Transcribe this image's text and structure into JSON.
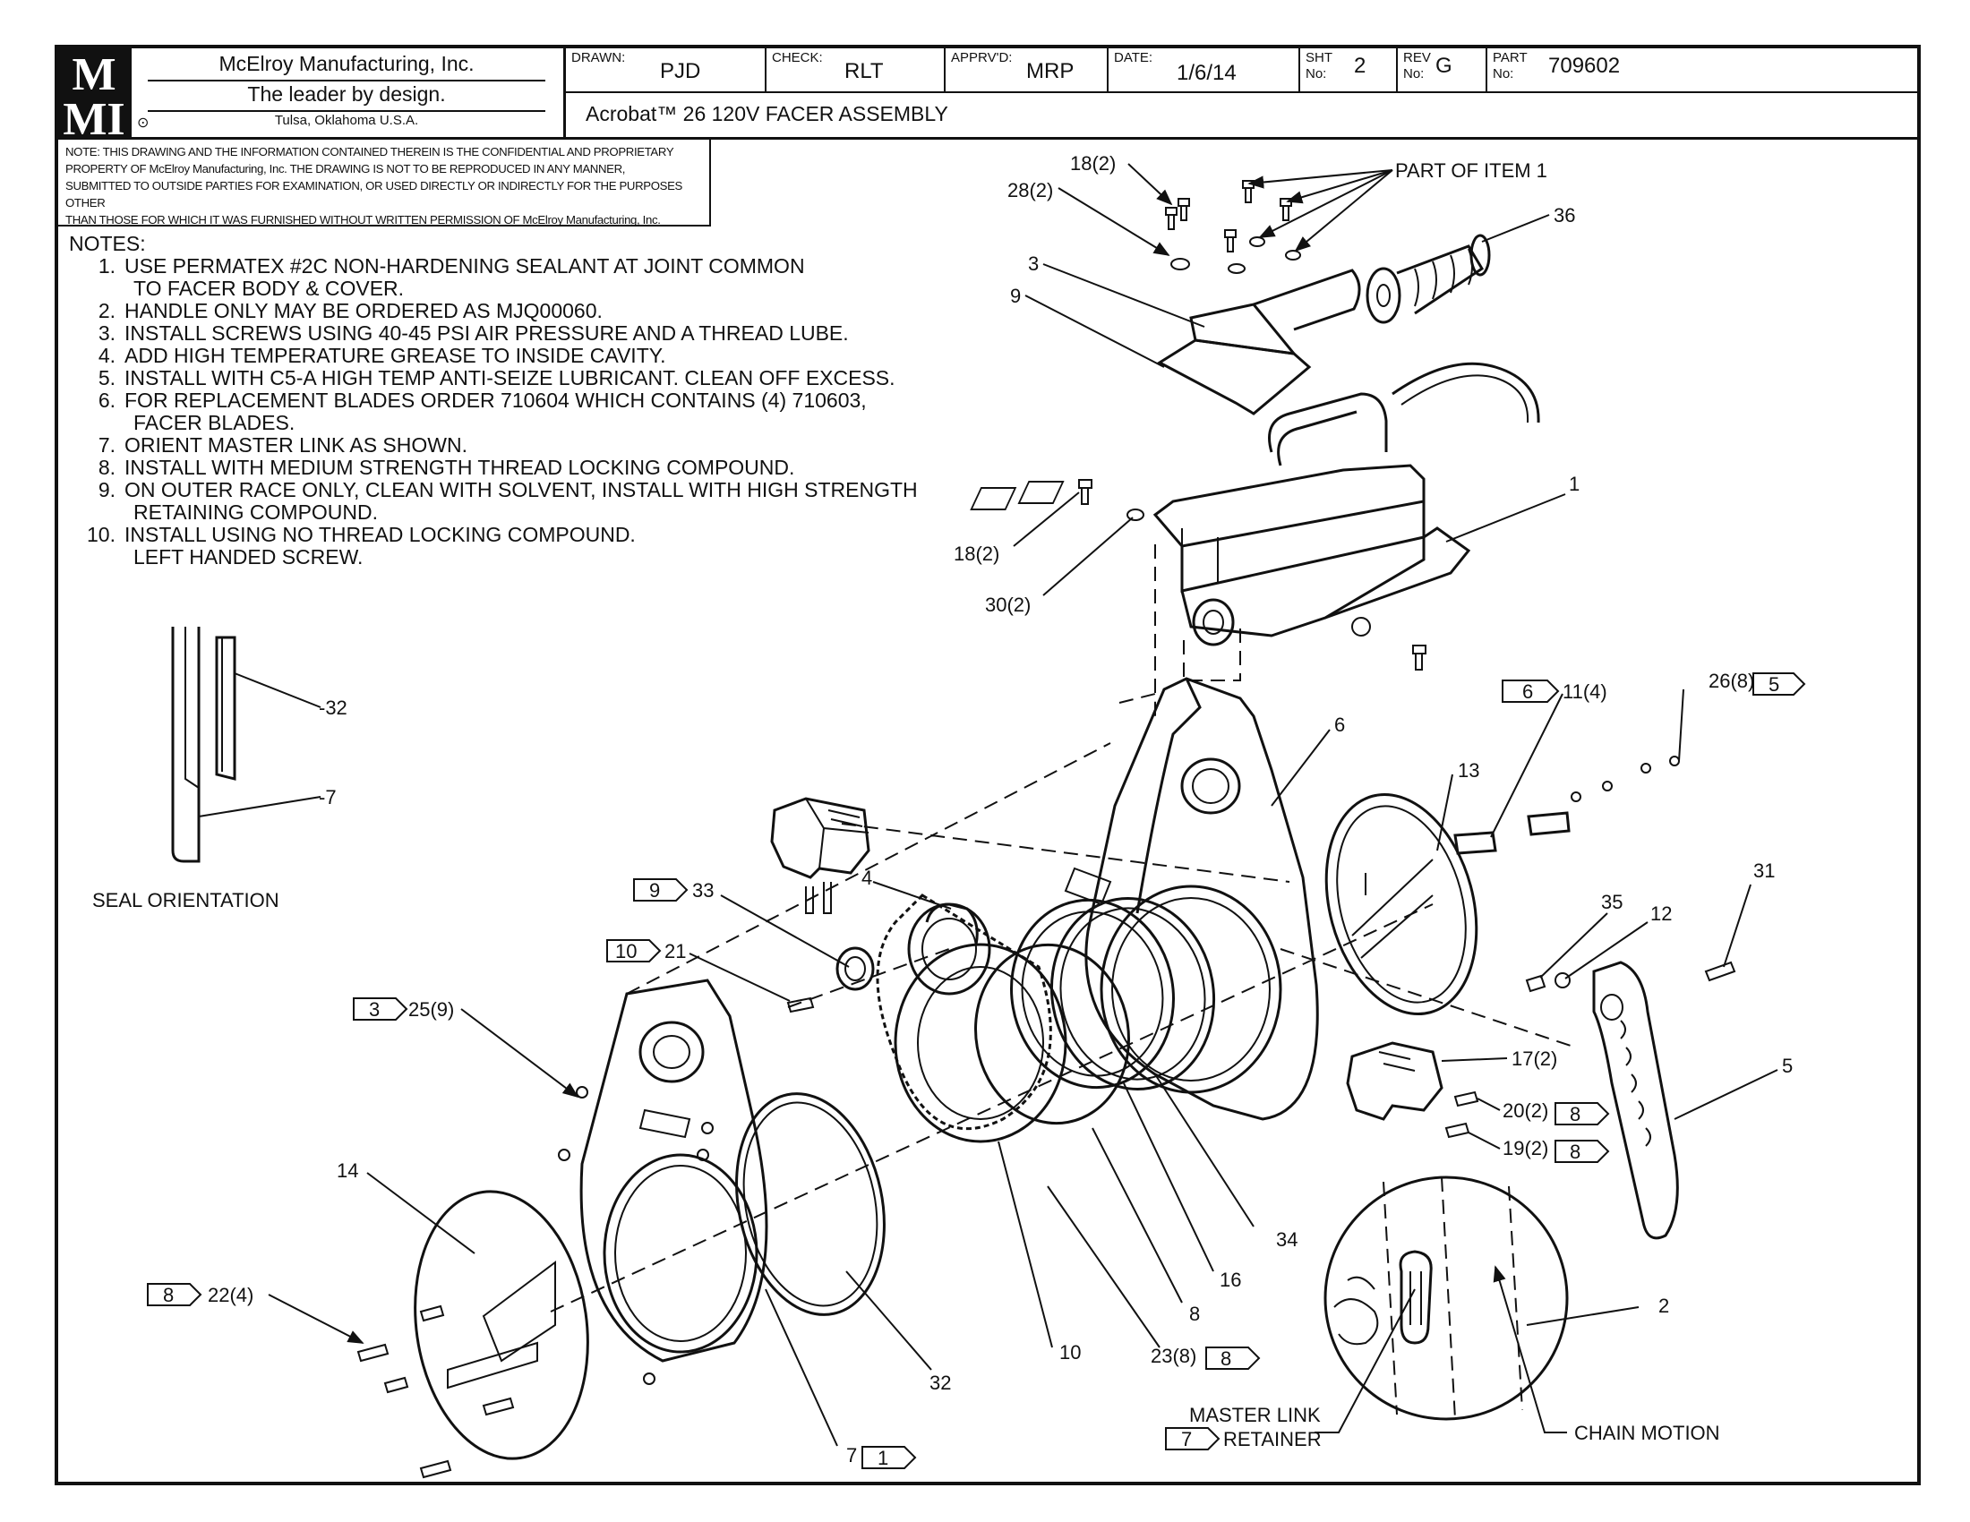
{
  "title_block": {
    "company_name": "McElroy Manufacturing, Inc.",
    "tagline": "The leader by design.",
    "location": "Tulsa, Oklahoma U.S.A.",
    "drawn_label": "DRAWN:",
    "drawn": "PJD",
    "check_label": "CHECK:",
    "check": "RLT",
    "apprvd_label": "APPRV'D:",
    "apprvd": "MRP",
    "date_label": "DATE:",
    "date": "1/6/14",
    "sheet_label_1": "SHT",
    "sheet_label_2": "No:",
    "sheet": "2",
    "rev_label_1": "REV",
    "rev_label_2": "No:",
    "rev": "G",
    "part_label_1": "PART",
    "part_label_2": "No:",
    "part": "709602",
    "drawing_title": "Acrobat™ 26 120V FACER ASSEMBLY"
  },
  "proprietary_note": [
    "NOTE: THIS DRAWING AND THE INFORMATION CONTAINED THEREIN IS THE CONFIDENTIAL AND PROPRIETARY",
    "PROPERTY OF McElroy Manufacturing, Inc. THE DRAWING IS NOT TO BE REPRODUCED IN ANY MANNER,",
    "SUBMITTED TO OUTSIDE PARTIES FOR EXAMINATION, OR USED DIRECTLY OR INDIRECTLY FOR THE PURPOSES OTHER",
    "THAN THOSE FOR WHICH IT WAS FURNISHED WITHOUT WRITTEN PERMISSION OF McElroy Manufacturing, Inc."
  ],
  "notes": {
    "heading": "NOTES:",
    "items": [
      {
        "num": "1.",
        "lines": [
          "USE PERMATEX #2C NON-HARDENING SEALANT AT JOINT COMMON",
          "TO FACER BODY & COVER."
        ]
      },
      {
        "num": "2.",
        "lines": [
          "HANDLE ONLY MAY BE ORDERED AS MJQ00060."
        ]
      },
      {
        "num": "3.",
        "lines": [
          "INSTALL SCREWS USING 40-45 PSI AIR PRESSURE AND A THREAD LUBE."
        ]
      },
      {
        "num": "4.",
        "lines": [
          "ADD HIGH TEMPERATURE GREASE TO INSIDE CAVITY."
        ]
      },
      {
        "num": "5.",
        "lines": [
          "INSTALL WITH C5-A HIGH TEMP ANTI-SEIZE LUBRICANT.  CLEAN OFF EXCESS."
        ]
      },
      {
        "num": "6.",
        "lines": [
          "FOR REPLACEMENT BLADES ORDER 710604 WHICH CONTAINS (4) 710603,",
          "FACER BLADES."
        ]
      },
      {
        "num": "7.",
        "lines": [
          "ORIENT MASTER LINK AS SHOWN."
        ]
      },
      {
        "num": "8.",
        "lines": [
          "INSTALL WITH MEDIUM STRENGTH THREAD LOCKING COMPOUND."
        ]
      },
      {
        "num": "9.",
        "lines": [
          "ON OUTER RACE ONLY, CLEAN WITH SOLVENT, INSTALL WITH HIGH STRENGTH",
          "RETAINING COMPOUND."
        ]
      },
      {
        "num": "10.",
        "lines": [
          "INSTALL USING NO THREAD LOCKING COMPOUND.",
          "LEFT HANDED SCREW."
        ]
      }
    ]
  },
  "callouts": {
    "part_of_item_1": "PART OF ITEM 1",
    "c18_top": "18(2)",
    "c28": "28(2)",
    "c36": "36",
    "c3": "3",
    "c9": "9",
    "c1": "1",
    "c18_mid": "18(2)",
    "c30": "30(2)",
    "c6": "6",
    "c11": "11(4)",
    "c11_flag": "6",
    "c26": "26(8)",
    "c26_flag": "5",
    "c13": "13",
    "c4": "4",
    "c33": "33",
    "c33_flag": "9",
    "c21": "21",
    "c21_flag": "10",
    "c25": "25(9)",
    "c25_flag": "3",
    "c35": "35",
    "c12": "12",
    "c31": "31",
    "c17": "17(2)",
    "c5": "5",
    "c20": "20(2)",
    "c20_flag": "8",
    "c19": "19(2)",
    "c19_flag": "8",
    "c32_seal": "-32",
    "c7_seal": "-7",
    "seal_orientation": "SEAL ORIENTATION",
    "c14": "14",
    "c22": "22(4)",
    "c22_flag": "8",
    "c34": "34",
    "c16": "16",
    "c8": "8",
    "c10": "10",
    "c23": "23(8)",
    "c23_flag": "8",
    "c32": "32",
    "c7": "7",
    "c7_flag": "1",
    "c2": "2",
    "master_link": "MASTER LINK",
    "retainer": "RETAINER",
    "retainer_flag": "7",
    "chain_motion": "CHAIN MOTION"
  }
}
